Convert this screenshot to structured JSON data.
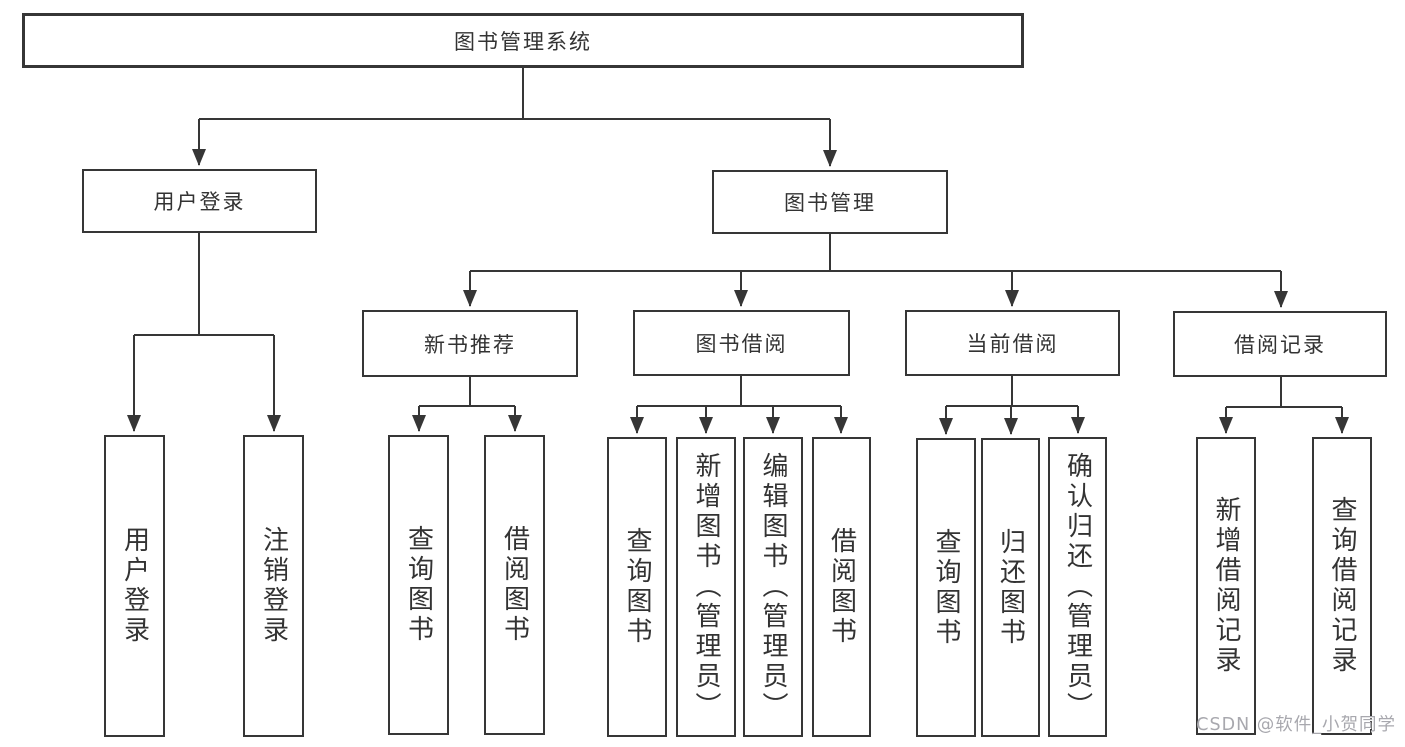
{
  "diagram_title": "图书管理系统",
  "nodes": {
    "root": "图书管理系统",
    "user_login": "用户登录",
    "book_mgmt": "图书管理",
    "new_books": "新书推荐",
    "book_borrow": "图书借阅",
    "current_borrow": "当前借阅",
    "borrow_records": "借阅记录",
    "user_login_leaf": "用户登录",
    "logout_leaf": "注销登录",
    "nb_query": "查询图书",
    "nb_borrow": "借阅图书",
    "bb_query": "查询图书",
    "bb_add": "新增图书（管理员）",
    "bb_edit": "编辑图书（管理员）",
    "bb_borrow": "借阅图书",
    "cb_query": "查询图书",
    "cb_return": "归还图书",
    "cb_confirm": "确认归还（管理员）",
    "br_add": "新增借阅记录",
    "br_query": "查询借阅记录"
  },
  "hierarchy": {
    "图书管理系统": {
      "用户登录": [
        "用户登录",
        "注销登录"
      ],
      "图书管理": {
        "新书推荐": [
          "查询图书",
          "借阅图书"
        ],
        "图书借阅": [
          "查询图书",
          "新增图书（管理员）",
          "编辑图书（管理员）",
          "借阅图书"
        ],
        "当前借阅": [
          "查询图书",
          "归还图书",
          "确认归还（管理员）"
        ],
        "借阅记录": [
          "新增借阅记录",
          "查询借阅记录"
        ]
      }
    }
  },
  "watermark": "CSDN @软件_小贺同学",
  "colors": {
    "line": "#363636",
    "border": "#363636",
    "text": "#333333",
    "watermark": "#a8a8ae",
    "background": "#ffffff"
  }
}
